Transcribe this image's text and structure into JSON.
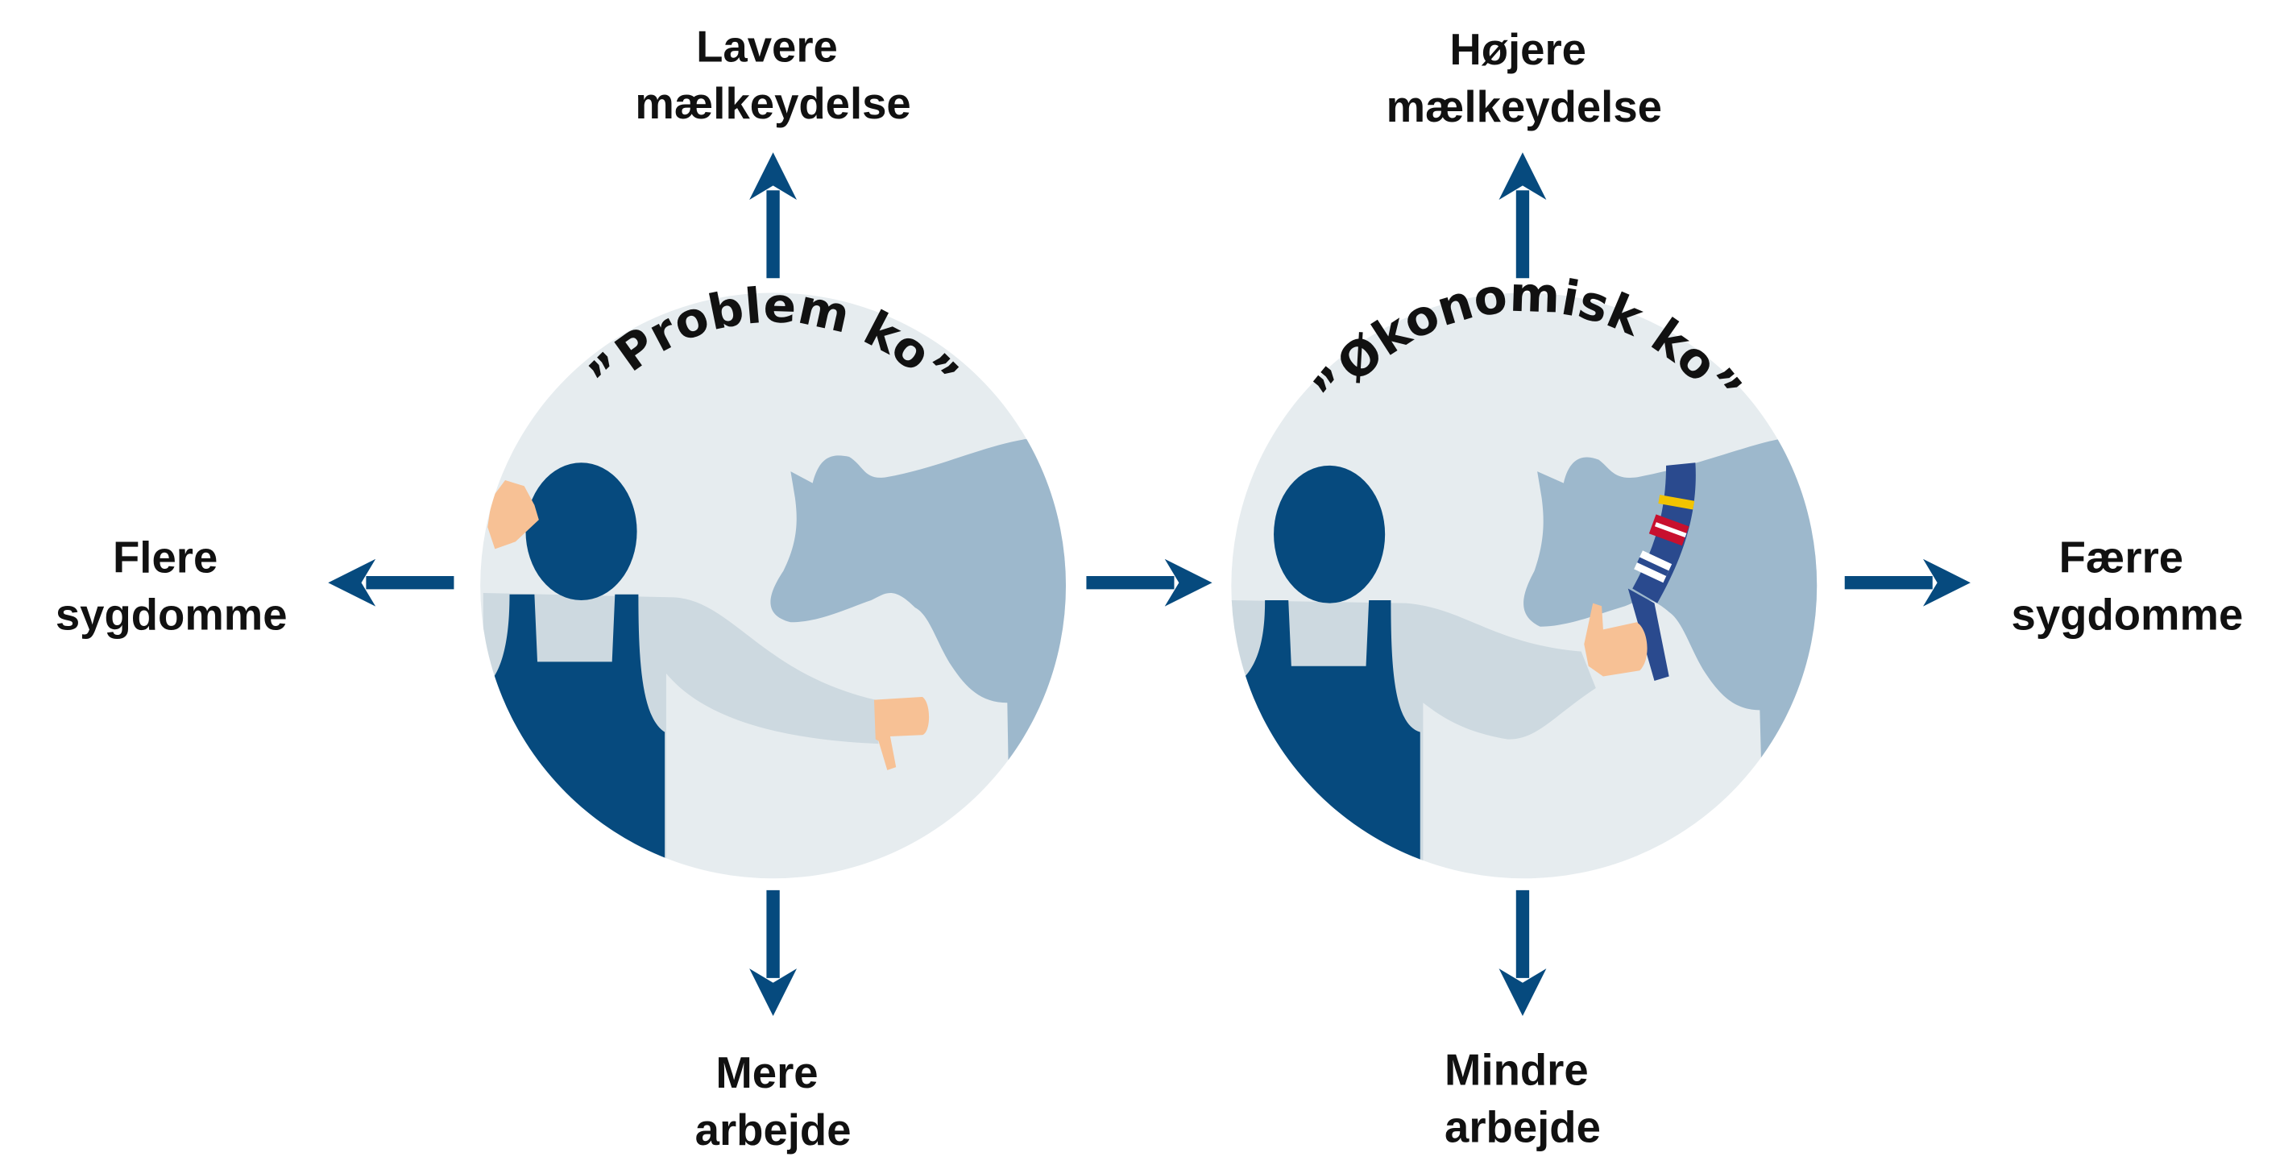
{
  "colors": {
    "arrow": "#064a7e",
    "circle_bg": "#e6ecef",
    "cow": "#9db8cc",
    "shirt": "#cdd9e0",
    "overalls": "#064a7e",
    "skin": "#f7c195"
  },
  "left_scenario": {
    "title": "”Problem ko”",
    "top": [
      "Lavere",
      "mælkeydelse"
    ],
    "left": [
      "Flere",
      "sygdomme"
    ],
    "bottom": [
      "Mere",
      "arbejde"
    ]
  },
  "right_scenario": {
    "title": "”Økonomisk ko”",
    "top": [
      "Højere",
      "mælkeydelse"
    ],
    "right": [
      "Færre",
      "sygdomme"
    ],
    "bottom": [
      "Mindre",
      "arbejde"
    ]
  }
}
